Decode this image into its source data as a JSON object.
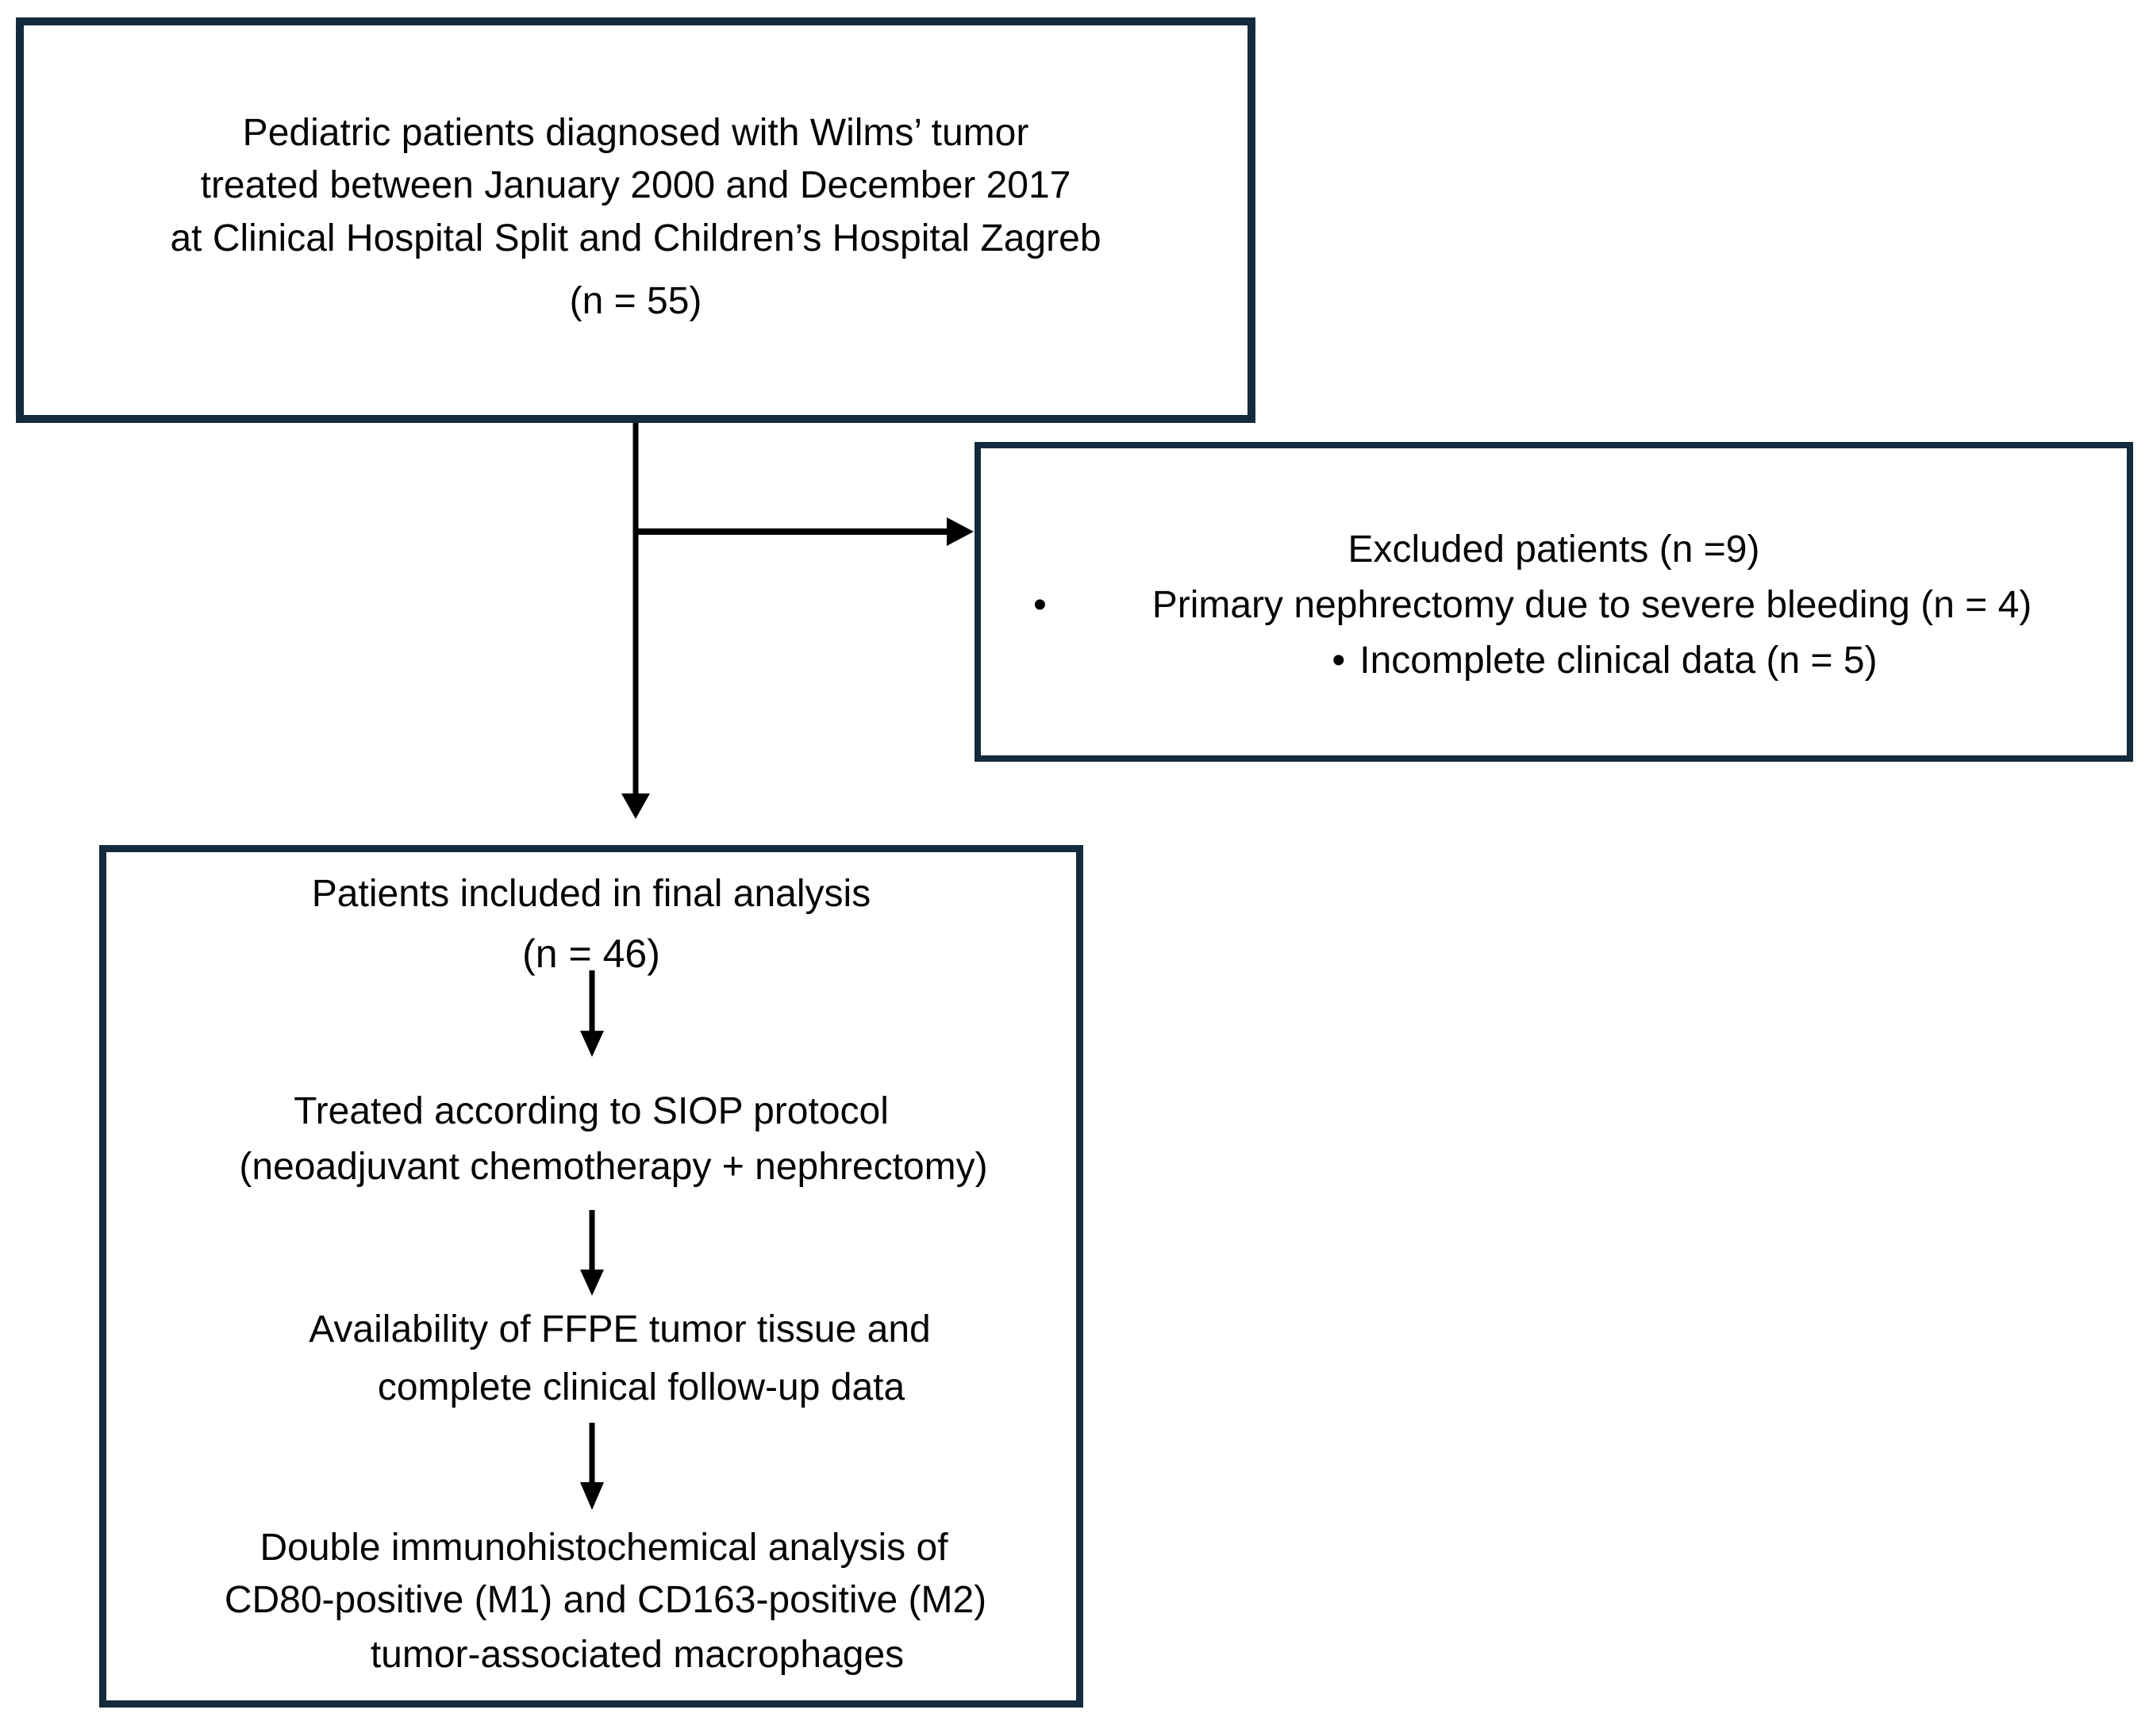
{
  "figure": {
    "colors": {
      "box_border": "#132b3c",
      "connector": "#000000",
      "text": "#050505",
      "background": "#ffffff"
    },
    "top_box": {
      "lines": [
        "Pediatric patients diagnosed with Wilms’ tumor",
        "treated between January 2000 and December 2017",
        "at Clinical Hospital Split and Children’s Hospital Zagreb"
      ],
      "count": "(n = 55)"
    },
    "excluded_box": {
      "title": "Excluded patients (n =9)",
      "bullet_char": "•",
      "bullets": [
        "Primary nephrectomy due to severe bleeding (n = 4)",
        "Incomplete clinical data (n = 5)"
      ]
    },
    "analysis_box": {
      "step1": {
        "line1": "Patients included in final analysis",
        "line2": "(n = 46)"
      },
      "step2": {
        "line1": "Treated according to SIOP protocol",
        "line2": "(neoadjuvant chemotherapy + nephrectomy)"
      },
      "step3": {
        "line1": "Availability of FFPE tumor tissue and",
        "line2": "complete clinical follow-up data"
      },
      "step4": {
        "line1": "Double immunohistochemical analysis of",
        "line2": "CD80-positive (M1) and CD163-positive (M2)",
        "line3": "tumor-associated macrophages"
      }
    }
  }
}
